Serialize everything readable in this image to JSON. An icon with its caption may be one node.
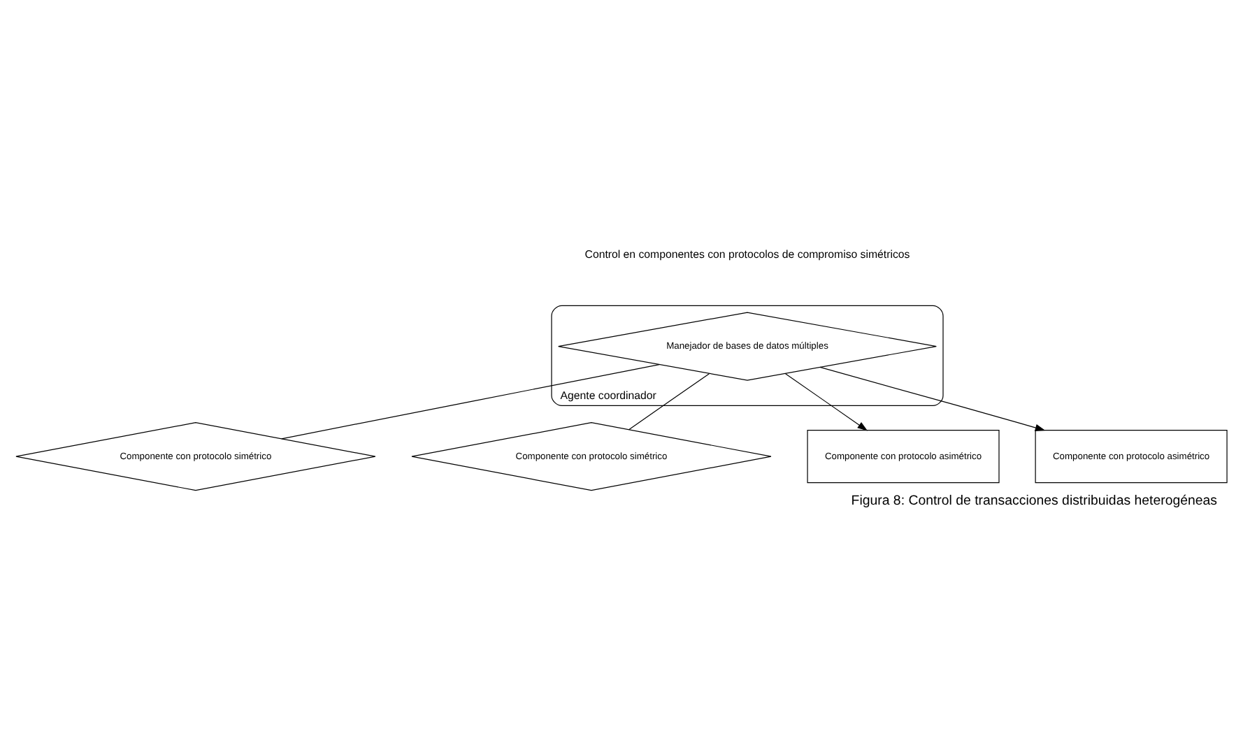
{
  "diagram": {
    "caption": "Figura 8: Control de transacciones distribuidas heterogéneas",
    "nodes": [
      {
        "text": [
          "Agente coordinador"
        ]
      },
      {
        "text": [
          "Manejador de bases de datos múltiples"
        ],
        "in": 0
      },
      {
        "text": [
          "Componente con protocolo simétrico"
        ]
      },
      {
        "text": [
          "Componente con protocolo simétrico"
        ]
      },
      {
        "text": [
          "Componente con protocolo asimétrico"
        ]
      },
      {
        "text": [
          "Componente con protocolo asimétrico"
        ]
      }
    ],
    "edges": [
      {
        "from": 1,
        "to": 2,
        "arrow": "none"
      },
      {
        "from": 1,
        "to": 3,
        "arrow": "none"
      },
      {
        "from": 1,
        "to": 4,
        "arrow": "to"
      },
      {
        "from": 1,
        "to": 5,
        "arrow": "to"
      }
    ],
    "labels": [
      "Control en componentes con protocolos de compromiso simétricos"
    ]
  }
}
